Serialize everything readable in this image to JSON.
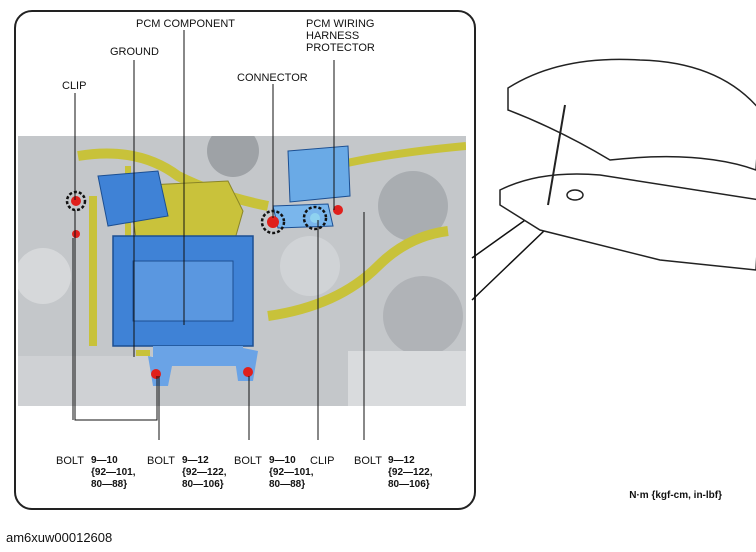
{
  "labels": {
    "pcm_component": "PCM COMPONENT",
    "pcm_harness": "PCM WIRING\nHARNESS\nPROTECTOR",
    "ground": "GROUND",
    "clip_top": "CLIP",
    "connector": "CONNECTOR",
    "bolt1": "BOLT",
    "bolt1_torque": "9—10\n{92—101,\n80—88}",
    "bolt2": "BOLT",
    "bolt2_torque": "9—12\n{92—122,\n80—106}",
    "bolt3": "BOLT",
    "bolt3_torque": "9—10\n{92—101,\n80—88}",
    "clip_bottom": "CLIP",
    "bolt4": "BOLT",
    "bolt4_torque": "9—12\n{92—122,\n80—106}"
  },
  "units": "N·m {kgf-cm, in-lbf}",
  "image_code": "am6xuw00012608",
  "colors": {
    "pcm_blue": "#3f82d6",
    "harness_yellow": "#c8c23a",
    "bolt_red": "#e0201c",
    "photo_gray": "#b9bcbf"
  }
}
